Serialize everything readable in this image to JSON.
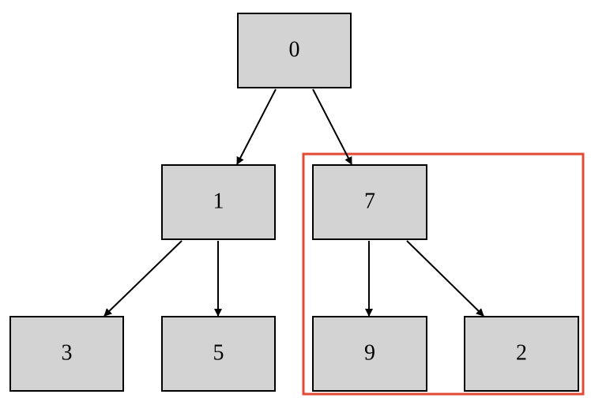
{
  "colors": {
    "node_fill": "#d3d3d3",
    "node_stroke": "#000000",
    "edge": "#000000",
    "highlight": "#e34a33",
    "background": "#ffffff"
  },
  "nodes": [
    {
      "id": "n0",
      "label": "0"
    },
    {
      "id": "n1",
      "label": "1"
    },
    {
      "id": "n7",
      "label": "7"
    },
    {
      "id": "n3",
      "label": "3"
    },
    {
      "id": "n5",
      "label": "5"
    },
    {
      "id": "n9",
      "label": "9"
    },
    {
      "id": "n2",
      "label": "2"
    }
  ],
  "edges": [
    {
      "from": "n0",
      "to": "n1"
    },
    {
      "from": "n0",
      "to": "n7"
    },
    {
      "from": "n1",
      "to": "n3"
    },
    {
      "from": "n1",
      "to": "n5"
    },
    {
      "from": "n7",
      "to": "n9"
    },
    {
      "from": "n7",
      "to": "n2"
    }
  ],
  "highlight_group": [
    "n7",
    "n9",
    "n2"
  ]
}
